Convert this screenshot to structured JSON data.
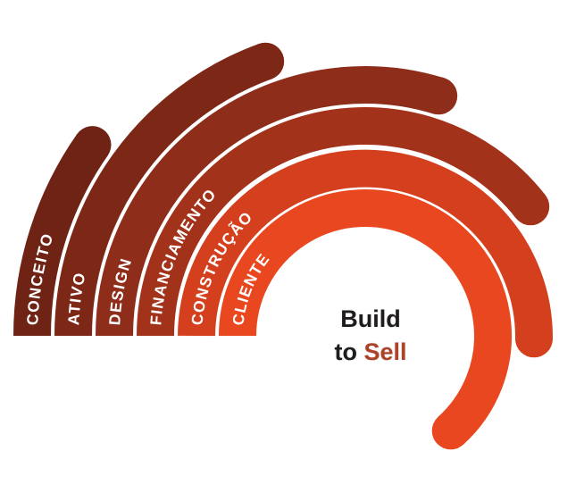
{
  "diagram": {
    "name": "Build to Sell stages diagram",
    "center_circle_color": "#ffffff",
    "label_text_color": "#ffffff",
    "center": {
      "line1": "Build",
      "line2_word1": "to",
      "line2_word2": "Sell",
      "text_color": "#1f1d1b",
      "sell_color": "#ad4228"
    },
    "stages": [
      {
        "label": "CONCEITO",
        "color": "#6e2315"
      },
      {
        "label": "ATIVO",
        "color": "#7d2817"
      },
      {
        "label": "DESIGN",
        "color": "#8d2d1a"
      },
      {
        "label": "FINANCIAMENTO",
        "color": "#a23219"
      },
      {
        "label": "CONSTRUÇÃO",
        "color": "#d4401d"
      },
      {
        "label": "CLIENTE",
        "color": "#e9471f"
      }
    ]
  }
}
